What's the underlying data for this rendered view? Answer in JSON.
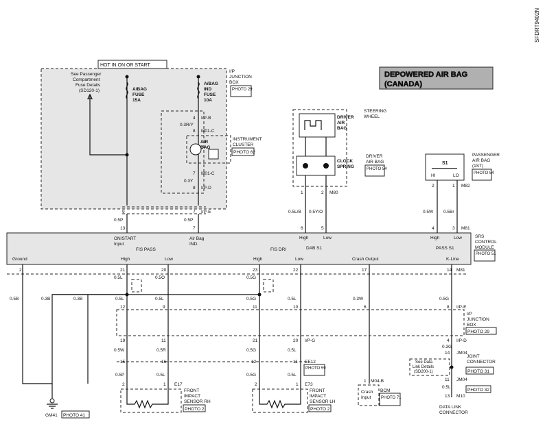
{
  "doc_code": "SFDRT9402N",
  "banner": [
    "DEPOWERED AIR BAG",
    "(CANADA)"
  ],
  "hot": "HOT IN ON OR START",
  "fuse_details": [
    "See Passenger",
    "Compartment",
    "Fuse Details",
    "(SD120-1)"
  ],
  "fuse1": [
    "A/BAG",
    "FUSE",
    "15A"
  ],
  "fuse2": [
    "A/BAG",
    "IND",
    "FUSE",
    "10A"
  ],
  "ipjb_top": [
    "I/P",
    "JUNCTION",
    "BOX"
  ],
  "photo29": "PHOTO 29",
  "photo62": "PHOTO 62",
  "photo54": "PHOTO 54",
  "photo51": "PHOTO 51",
  "photo41": "PHOTO 41",
  "photo59": "PHOTO 59",
  "photo2": "PHOTO 2",
  "photo71": "PHOTO 71",
  "photo31": "PHOTO 31",
  "photo32": "PHOTO 32",
  "ip_b": "I/P-B",
  "ip_d": "I/P-D",
  "ip_e": "I/P-E",
  "ip_g": "I/P-G",
  "m01c": "M01-C",
  "m80": "M80",
  "m81": "M81",
  "m82": "M82",
  "m04b": "M04-B",
  "m10": "M10",
  "jm04": "JM04",
  "ee12": "EE12",
  "e17": "E17",
  "e73": "E73",
  "gm41": "GM41",
  "cluster": [
    "INSTRUMENT",
    "CLUSTER"
  ],
  "airbag_ind": [
    "AIR",
    "BAG"
  ],
  "steering": [
    "STEERING",
    "WHEEL"
  ],
  "driver_bag": [
    "DRIVER",
    "AIR",
    "BAG"
  ],
  "driver_ab_mod": [
    "DRIVER",
    "AIR BAG"
  ],
  "clock": [
    "CLOCK",
    "SPRING"
  ],
  "pass_ab": [
    "PASSENGER",
    "AIR BAG",
    "(1ST)"
  ],
  "s1": "S1",
  "hi": "HI",
  "lo": "LO",
  "srs": [
    "SRS",
    "CONTROL",
    "MODULE"
  ],
  "mod_on": [
    "ON/START",
    "Input"
  ],
  "mod_airbag": [
    "Air Bag",
    "IND."
  ],
  "mod_dab": "DAB S1",
  "mod_pass": "PASS S1",
  "mod_fis_pass": "FIS PASS",
  "mod_fis_dri": "FIS DRI",
  "mod_ground": "Ground",
  "mod_crash": "Crash Output",
  "mod_kline": "K-Line",
  "high": "High",
  "low": "Low",
  "ipjb_low": [
    "I/P",
    "JUNCTION",
    "BOX"
  ],
  "joint": [
    "JOINT",
    "CONNECTOR"
  ],
  "data_link_details": [
    "See Data",
    "Link Details",
    "(SD200-1)"
  ],
  "front_rh": [
    "FRONT",
    "IMPACT",
    "SENSOR RH"
  ],
  "front_lh": [
    "FRONT",
    "IMPACT",
    "SENSOR LH"
  ],
  "bcm": "BCM",
  "crash_input": [
    "Crash",
    "Input"
  ],
  "dlc": [
    "DATA LINK",
    "CONNECTOR"
  ],
  "wire_colors": {
    "w_03ry": "0.3R/Y",
    "w_03y": "0.3Y",
    "w_05p": "0.5P",
    "w_05p2": "0.5P",
    "w_05lb": "0.5L/B",
    "w_05yo": "0.5Y/O",
    "w_05w": "0.5W",
    "w_05br": "0.5Br",
    "w_05b": "0.5B",
    "w_03b": "0.3B",
    "w_03b2": "0.3B",
    "w_05l_a": "0.5L",
    "w_05o": "0.5O",
    "w_05g_a": "0.5G",
    "w_05l_b": "0.5L",
    "w_05l_c": "0.5L",
    "w_05g_b": "0.5G",
    "w_05l_d": "0.5L",
    "w_03w": "0.3W",
    "w_05g_c": "0.5G",
    "w_05w_b": "0.5W",
    "w_05r": "0.5R",
    "w_05g_d": "0.5G",
    "w_05l_e": "0.5L",
    "w_03g": "0.3G",
    "w_05p3": "0.5P",
    "w_05l_f": "0.5L",
    "w_05g_e": "0.5G",
    "w_05l_g": "0.5L",
    "w_05l_h": "0.5L"
  },
  "pins": {
    "p4": "4",
    "p8": "8",
    "p7a": "7",
    "p8b": "8",
    "p9": "9",
    "p7b": "7",
    "p13": "13",
    "p7c": "7",
    "p1a": "1",
    "p2a": "2",
    "p6": "6",
    "p5a": "5",
    "p2b": "2",
    "p1b": "1",
    "p4b": "4",
    "p3": "3",
    "p2c": "2",
    "p21": "21",
    "p20": "20",
    "p23": "23",
    "p22": "22",
    "p17": "17",
    "p14": "14",
    "p12": "12",
    "p9b": "9",
    "p11": "11",
    "p10": "10",
    "p6b": "6",
    "p8c": "8",
    "p19": "19",
    "p11b": "11",
    "p21b": "21",
    "p20b": "20",
    "p4c": "4",
    "p14b": "14",
    "p15": "15",
    "p16": "16",
    "p12b": "12",
    "p11c": "11",
    "p11d": "11",
    "p1c": "1",
    "p2d": "2",
    "p1d": "1",
    "p2e": "2",
    "p1e": "1",
    "p13b": "13"
  }
}
